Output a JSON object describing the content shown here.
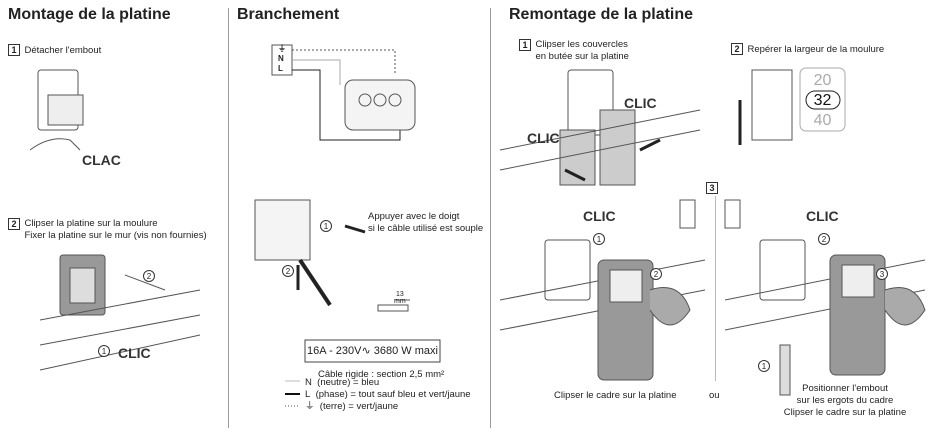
{
  "montage": {
    "title": "Montage de la platine",
    "step1": {
      "num": "1",
      "text": "Détacher l'embout",
      "sound": "CLAC"
    },
    "step2": {
      "num": "2",
      "line1": "Clipser la platine sur la moulure",
      "line2": "Fixer la platine sur le mur (vis non fournies)",
      "sound": "CLIC",
      "c1": "1",
      "c2": "2"
    }
  },
  "branchement": {
    "title": "Branchement",
    "terminals": [
      "⏚",
      "N",
      "L"
    ],
    "instruction_line1": "Appuyer avec le doigt",
    "instruction_line2": "si le câble utilisé est souple",
    "c1": "1",
    "c2": "2",
    "strip_length": "13",
    "strip_unit": "mm",
    "rating": "16A - 230V∿ 3680 W maxi",
    "cable_title": "Câble rigide : section 2,5 mm²",
    "legend": [
      {
        "sym": "N",
        "text": "(neutre) = bleu"
      },
      {
        "sym": "L",
        "text": "(phase) = tout sauf  bleu et vert/jaune"
      },
      {
        "sym": "⏚",
        "text": "(terre) = vert/jaune"
      }
    ]
  },
  "remontage": {
    "title": "Remontage de la platine",
    "step1": {
      "num": "1",
      "line1": "Clipser les couvercles",
      "line2": "en butée sur la platine",
      "sound": "CLIC"
    },
    "step2": {
      "num": "2",
      "text": "Repérer la largeur de la moulure",
      "widths": [
        "20",
        "32",
        "40"
      ],
      "selected": "32"
    },
    "step3": {
      "num": "3"
    },
    "left": {
      "sound": "CLIC",
      "caption": "Clipser le cadre sur la platine",
      "c1": "1",
      "c2": "2"
    },
    "or": "ou",
    "right": {
      "sound": "CLIC",
      "line1": "Positionner l'embout",
      "line2": "sur les ergots du cadre",
      "line3": "Clipser le cadre sur la platine",
      "c1": "1",
      "c2": "2",
      "c3": "3"
    }
  }
}
